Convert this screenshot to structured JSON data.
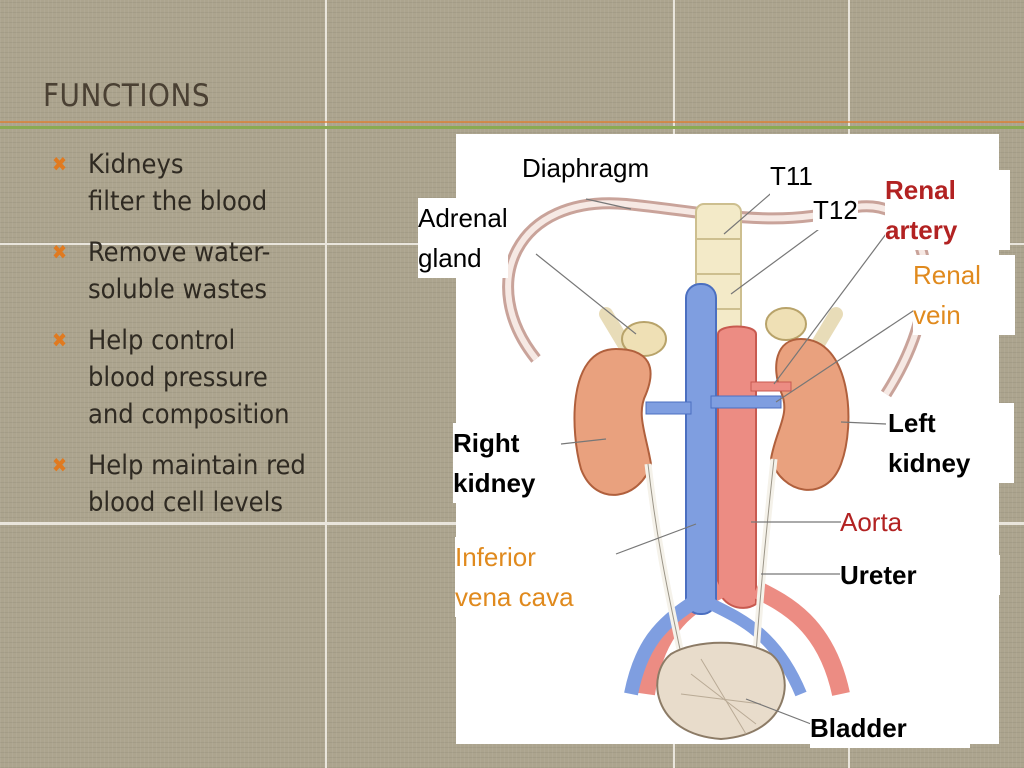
{
  "slide": {
    "title": "FUNCTIONS",
    "bullets": [
      {
        "line1": "Kidneys",
        "line2": "filter the blood"
      },
      {
        "line1": "Remove water-",
        "line2": "soluble wastes"
      },
      {
        "line1": "Help control",
        "line2": "blood pressure",
        "line3": "and composition"
      },
      {
        "line1": "Help maintain red",
        "line2": "blood cell levels"
      }
    ],
    "bullet_icon": "x-mark-icon",
    "accent_colors": {
      "bullet": "#e07a20",
      "rule": "#8aaa52",
      "renal_artery": "#b22222",
      "renal_vein": "#e08a1e"
    }
  },
  "figure": {
    "labels": {
      "diaphragm": "Diaphragm",
      "t11": "T11",
      "t12": "T12",
      "adrenal_1": "Adrenal",
      "adrenal_2": "gland",
      "renal_artery_1": "Renal",
      "renal_artery_2": "artery",
      "renal_vein_1": "Renal",
      "renal_vein_2": "vein",
      "right_kidney_1": "Right",
      "right_kidney_2": "kidney",
      "left_kidney_1": "Left",
      "left_kidney_2": "kidney",
      "aorta": "Aorta",
      "ivc_1": "Inferior",
      "ivc_2": "vena cava",
      "ureter": "Ureter",
      "bladder": "Bladder"
    }
  }
}
